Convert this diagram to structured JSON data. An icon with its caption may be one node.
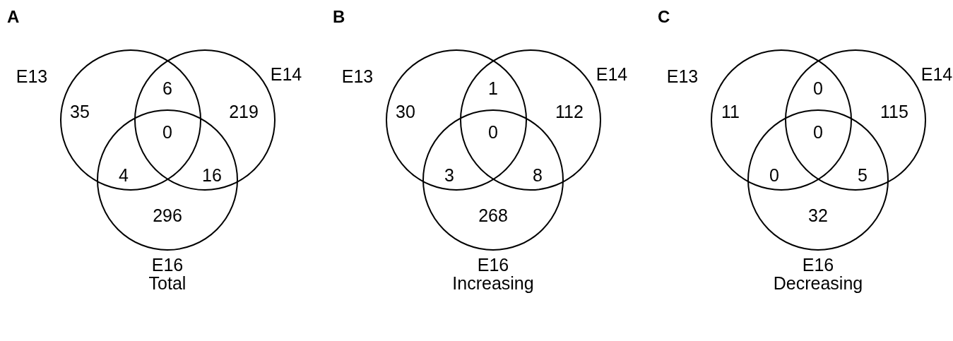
{
  "diagram": {
    "nodes": [
      {
        "text": [
          "E13"
        ]
      },
      {
        "text": [
          "E14"
        ]
      },
      {
        "text": [
          "E16"
        ]
      },
      {
        "text": [
          "E13"
        ]
      },
      {
        "text": [
          "E14"
        ]
      },
      {
        "text": [
          "E16"
        ]
      },
      {
        "text": [
          "E13"
        ]
      },
      {
        "text": [
          "E14"
        ]
      },
      {
        "text": [
          "E16"
        ]
      }
    ],
    "labels": [
      "A",
      "B",
      "C",
      "35",
      "6",
      "219",
      "0",
      "4",
      "16",
      "296",
      "Total",
      "30",
      "1",
      "112",
      "0",
      "3",
      "8",
      "268",
      "Increasing",
      "11",
      "0",
      "115",
      "0",
      "0",
      "5",
      "32",
      "Decreasing"
    ]
  }
}
